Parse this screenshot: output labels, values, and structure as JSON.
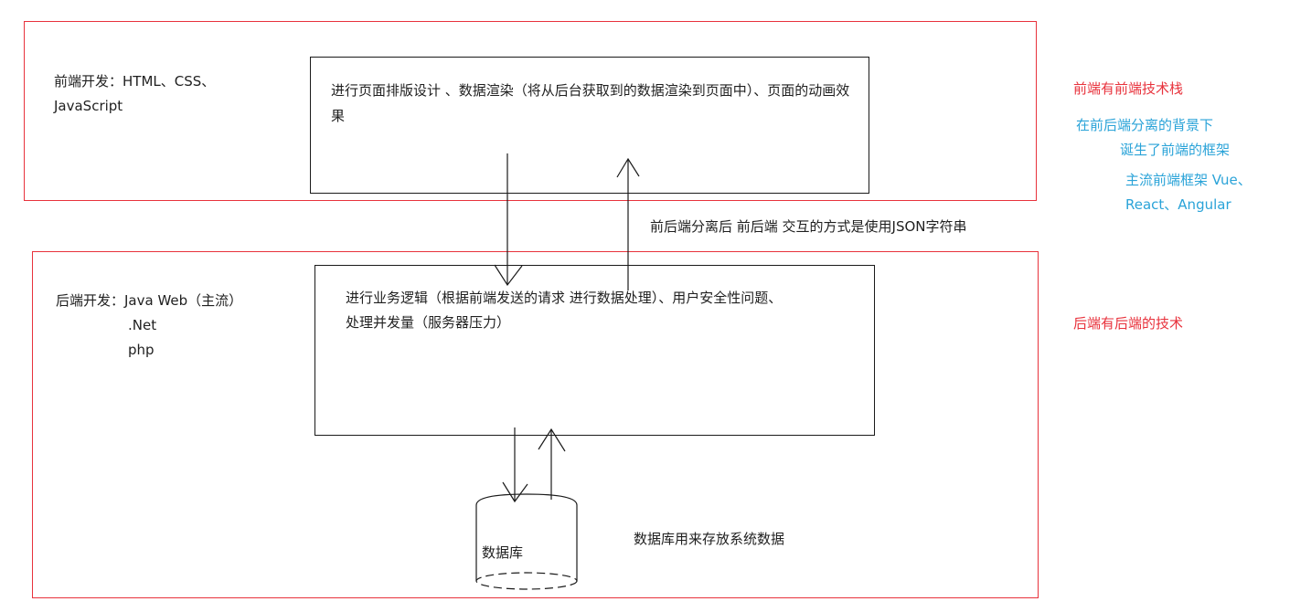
{
  "frontend": {
    "label_line1": "前端开发：HTML、CSS、",
    "label_line2": "JavaScript",
    "box_text": "进行页面排版设计 、数据渲染（将从后台获取到的数据渲染到页面中）、页面的动画效果"
  },
  "backend": {
    "label_line1": "后端开发：Java Web（主流）",
    "label_line2": ".Net",
    "label_line3": "php",
    "box_text_line1": "进行业务逻辑（根据前端发送的请求 进行数据处理）、用户安全性问题、",
    "box_text_line2": "处理并发量（服务器压力）"
  },
  "interaction_note": "前后端分离后 前后端 交互的方式是使用JSON字符串",
  "database": {
    "label": "数据库",
    "note": "数据库用来存放系统数据"
  },
  "side_notes": {
    "frontend_stack": "前端有前端技术栈",
    "separation_line1": "在前后端分离的背景下",
    "separation_line2": "诞生了前端的框架",
    "frameworks_line1": "主流前端框架 Vue、",
    "frameworks_line2": "React、Angular",
    "backend_stack": "后端有后端的技术"
  },
  "colors": {
    "frame_red": "#e8323c",
    "box_black": "#1a1a1a",
    "note_red": "#e8323c",
    "note_blue": "#2aa3d8"
  }
}
